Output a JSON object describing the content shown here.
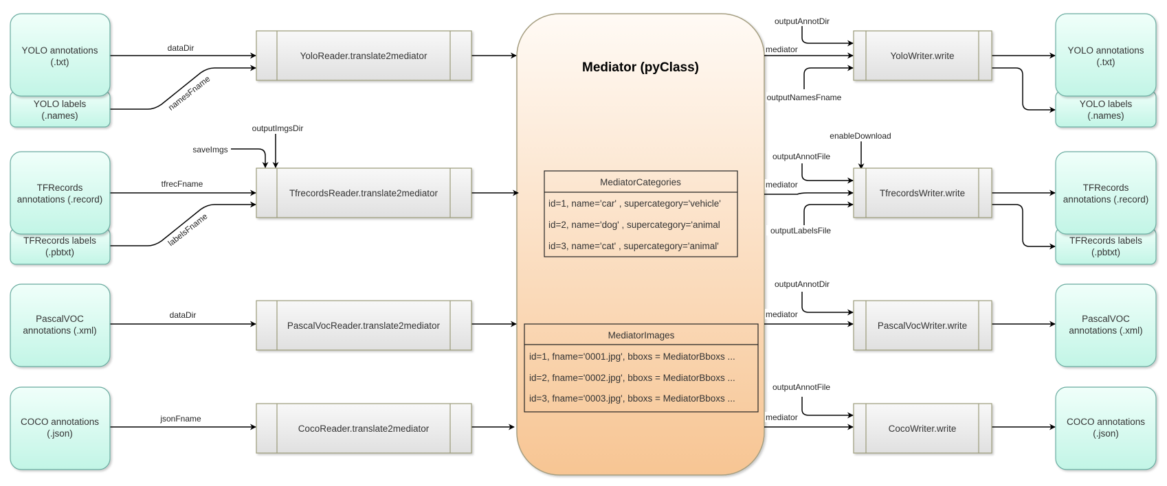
{
  "colors": {
    "format_fill_top": "#f0fffa",
    "format_fill_bottom": "#c2f5e6",
    "format_stroke": "#67ab9f",
    "process_fill_top": "#f8f8f8",
    "process_fill_bottom": "#e0e0e0",
    "process_stroke": "#999977",
    "mediator_fill_top": "#fffaf5",
    "mediator_fill_bottom": "#f7c593",
    "mediator_stroke": "#a59e80",
    "edge": "#000000"
  },
  "mediator": {
    "title": "Mediator (pyClass)",
    "categories": {
      "header": "MediatorCategories",
      "rows": [
        "id=1, name='car' , supercategory='vehicle'",
        "id=2, name='dog' , supercategory='animal",
        "id=3, name='cat' , supercategory='animal'"
      ]
    },
    "images": {
      "header": "MediatorImages",
      "rows": [
        "id=1, fname='0001.jpg', bboxs = MediatorBboxs  ...",
        "id=2, fname='0002.jpg', bboxs = MediatorBboxs  ...",
        "id=3, fname='0003.jpg', bboxs = MediatorBboxs  ..."
      ]
    }
  },
  "sources": {
    "yolo_annotations": [
      "YOLO annotations",
      "(.txt)"
    ],
    "yolo_labels": [
      "YOLO labels",
      "(.names)"
    ],
    "tfrecords_annotations": [
      "TFRecords",
      "annotations (.record)"
    ],
    "tfrecords_labels": [
      "TFRecords labels",
      "(.pbtxt)"
    ],
    "pascalvoc_annotations": [
      "PascalVOC",
      "annotations (.xml)"
    ],
    "coco_annotations": [
      "COCO annotations",
      "(.json)"
    ]
  },
  "targets": {
    "yolo_annotations": [
      "YOLO annotations",
      "(.txt)"
    ],
    "yolo_labels": [
      "YOLO labels",
      "(.names)"
    ],
    "tfrecords_annotations": [
      "TFRecords",
      "annotations (.record)"
    ],
    "tfrecords_labels": [
      "TFRecords labels",
      "(.pbtxt)"
    ],
    "pascalvoc_annotations": [
      "PascalVOC",
      "annotations (.xml)"
    ],
    "coco_annotations": [
      "COCO annotations",
      "(.json)"
    ]
  },
  "readers": {
    "yolo": "YoloReader.translate2mediator",
    "tfrecords": "TfrecordsReader.translate2mediator",
    "pascalvoc": "PascalVocReader.translate2mediator",
    "coco": "CocoReader.translate2mediator"
  },
  "writers": {
    "yolo": "YoloWriter.write",
    "tfrecords": "TfrecordsWriter.write",
    "pascalvoc": "PascalVocWriter.write",
    "coco": "CocoWriter.write"
  },
  "edge_labels": {
    "yolo_dataDir": "dataDir",
    "yolo_namesFname": "namesFname",
    "tf_saveImgs": "saveImgs",
    "tf_outputImgsDir": "outputImgsDir",
    "tf_tfrecFname": "tfrecFname",
    "tf_labelsFname": "labelsFname",
    "pascal_dataDir": "dataDir",
    "coco_jsonFname": "jsonFname",
    "yw_outputAnnotDir": "outputAnnotDir",
    "yw_mediator": "mediator",
    "yw_outputNamesFname": "outputNamesFname",
    "tw_enableDownload": "enableDownload",
    "tw_outputAnnotFile": "outputAnnotFile",
    "tw_mediator": "mediator",
    "tw_outputLabelsFile": "outputLabelsFile",
    "pw_outputAnnotDir": "outputAnnotDir",
    "pw_mediator": "mediator",
    "cw_outputAnnotFile": "outputAnnotFile",
    "cw_mediator": "mediator"
  }
}
